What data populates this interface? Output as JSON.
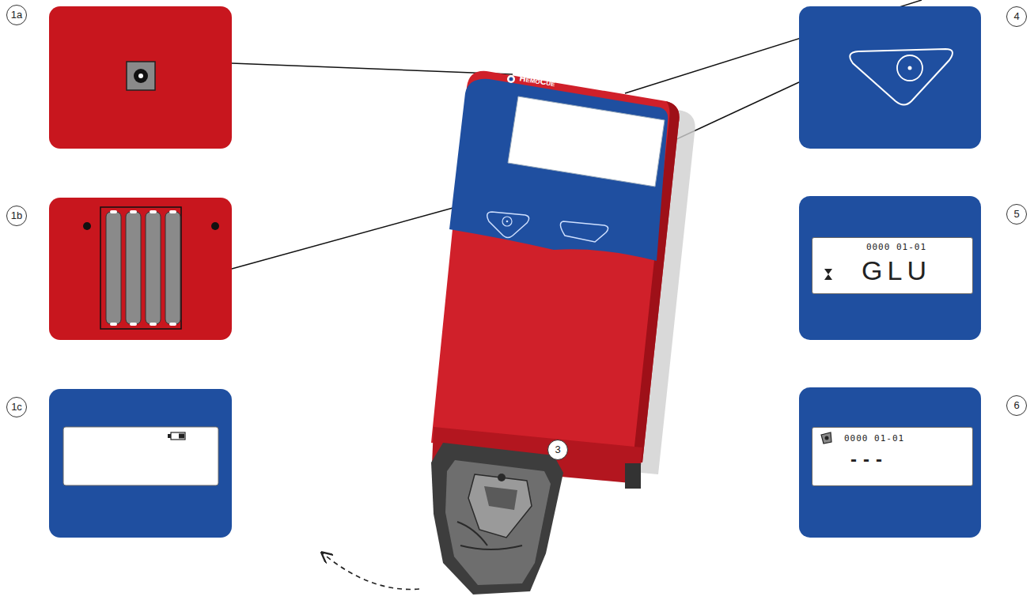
{
  "diagram": {
    "nodes": [
      {
        "text": [
          "HemoCue"
        ]
      },
      {
        "text": [
          "0000 01-01",
          "GLU"
        ]
      },
      {
        "text": [
          "0000 01-01",
          "---"
        ]
      }
    ],
    "labels": [
      "1a",
      "1b",
      "1c",
      "3",
      "4",
      "5",
      "6"
    ]
  }
}
